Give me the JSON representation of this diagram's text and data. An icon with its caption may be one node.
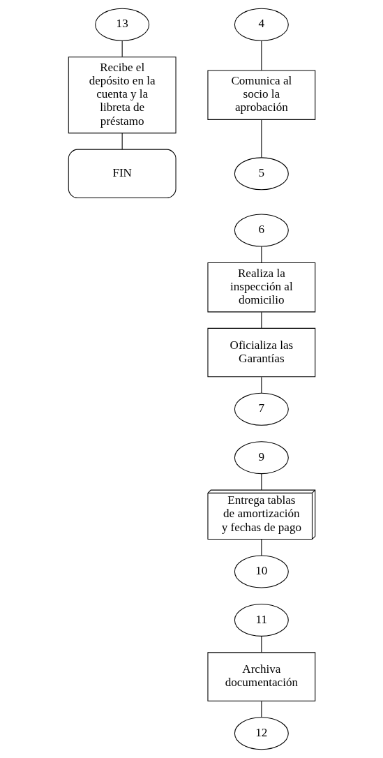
{
  "diagram": {
    "nodes": [
      {
        "text": [
          "13"
        ]
      },
      {
        "text": [
          "Recibe el depósito en la cuenta y la libreta de préstamo"
        ]
      },
      {
        "text": [
          "FIN"
        ]
      },
      {
        "text": [
          "4"
        ]
      },
      {
        "text": [
          "Comunica al socio la aprobación"
        ]
      },
      {
        "text": [
          "5"
        ]
      },
      {
        "text": [
          "6"
        ]
      },
      {
        "text": [
          "Realiza la inspección al domicilio"
        ]
      },
      {
        "text": [
          "Oficializa las Garantías"
        ]
      },
      {
        "text": [
          "7"
        ]
      },
      {
        "text": [
          "9"
        ]
      },
      {
        "text": [
          "Entrega tablas de amortización y fechas de pago"
        ]
      },
      {
        "text": [
          "10"
        ]
      },
      {
        "text": [
          "11"
        ]
      },
      {
        "text": [
          "Archiva documentación"
        ]
      },
      {
        "text": [
          "12"
        ]
      }
    ],
    "edges": [
      {
        "from": 0,
        "to": 1,
        "arrow": "none"
      },
      {
        "from": 1,
        "to": 2,
        "arrow": "none"
      },
      {
        "from": 3,
        "to": 4,
        "arrow": "none"
      },
      {
        "from": 4,
        "to": 5,
        "arrow": "none"
      },
      {
        "from": 6,
        "to": 7,
        "arrow": "none"
      },
      {
        "from": 7,
        "to": 8,
        "arrow": "none"
      },
      {
        "from": 8,
        "to": 9,
        "arrow": "none"
      },
      {
        "from": 10,
        "to": 11,
        "arrow": "none"
      },
      {
        "from": 11,
        "to": 12,
        "arrow": "none"
      },
      {
        "from": 13,
        "to": 14,
        "arrow": "none"
      },
      {
        "from": 14,
        "to": 15,
        "arrow": "none"
      }
    ]
  }
}
